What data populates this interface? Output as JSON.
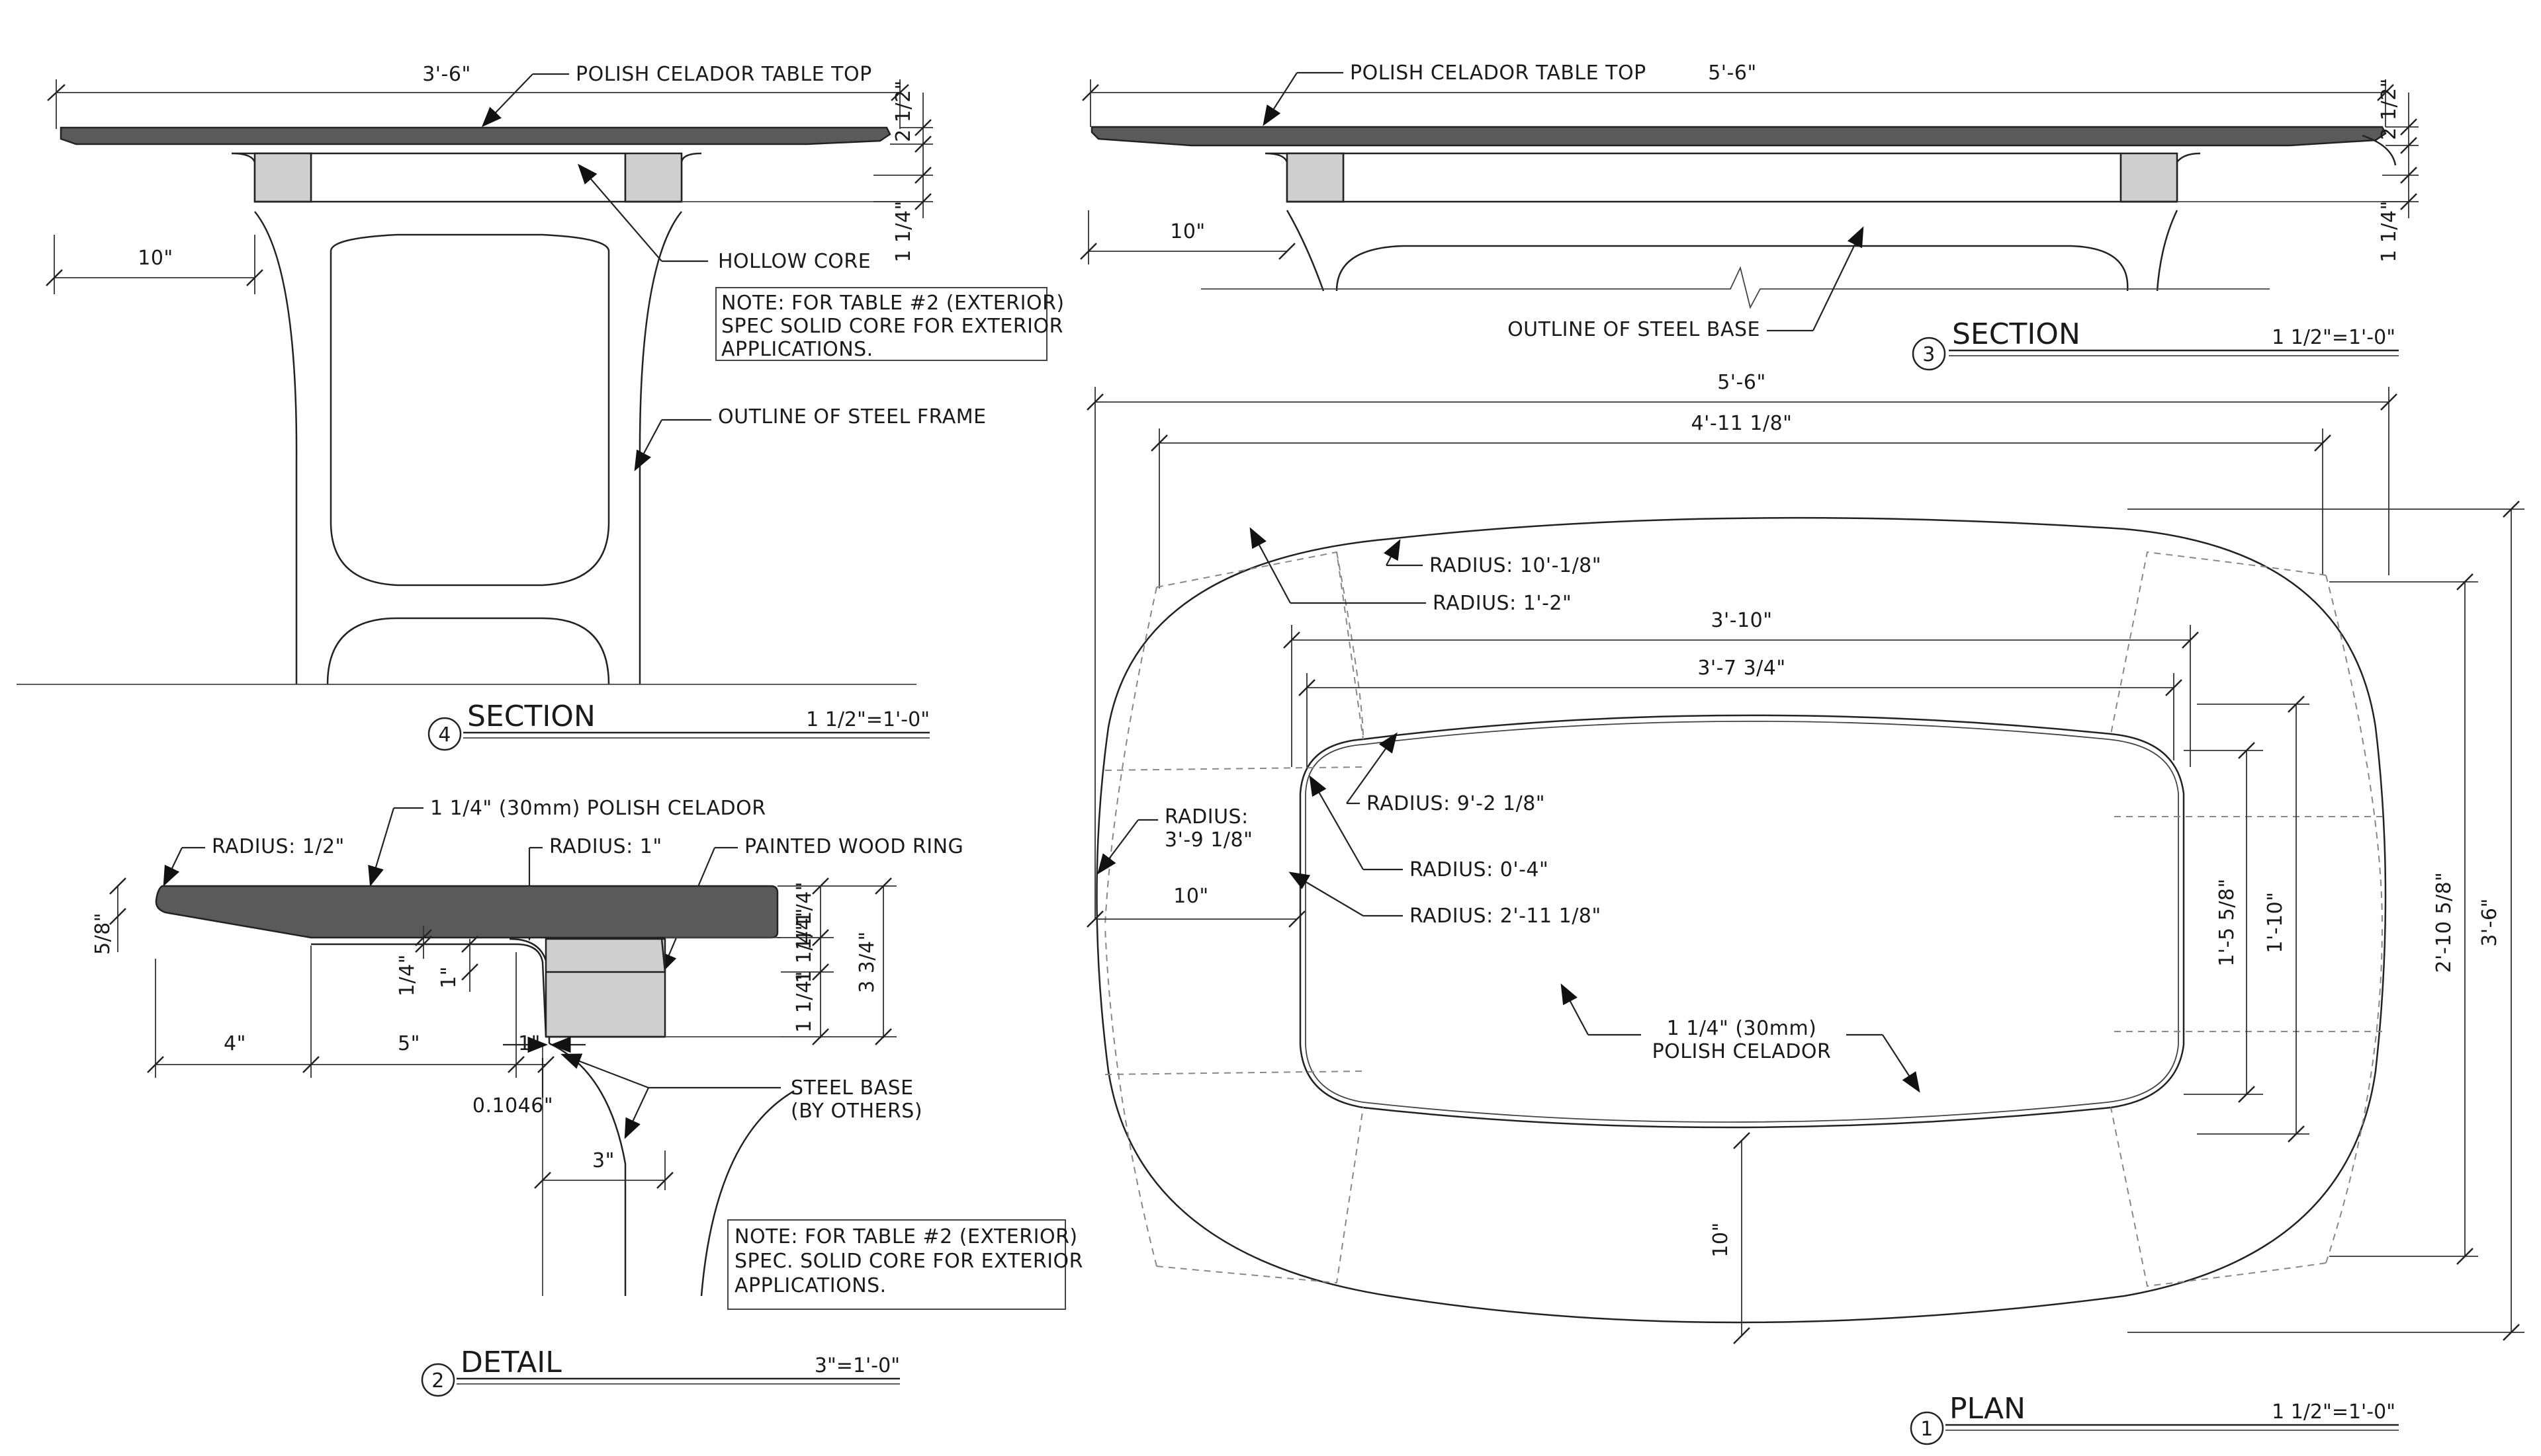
{
  "section4": {
    "dim_width": "3'-6\"",
    "label_top": "POLISH CELADOR TABLE TOP",
    "dim_thickness": "2 1/2\"",
    "dim_ring": "1 1/4\"",
    "dim_offset": "10\"",
    "label_hollow": "HOLLOW CORE",
    "note_lines": [
      "NOTE: FOR TABLE #2 (EXTERIOR)",
      "SPEC SOLID CORE FOR EXTERIOR",
      "APPLICATIONS."
    ],
    "label_frame": "OUTLINE OF STEEL FRAME",
    "number": "4",
    "title": "SECTION",
    "scale": "1 1/2\"=1'-0\""
  },
  "section3": {
    "label_top": "POLISH CELADOR TABLE TOP",
    "dim_width": "5'-6\"",
    "dim_thickness": "2 1/2\"",
    "dim_ring": "1 1/4\"",
    "dim_offset": "10\"",
    "label_base": "OUTLINE OF STEEL BASE",
    "number": "3",
    "title": "SECTION",
    "scale": "1 1/2\"=1'-0\""
  },
  "detail2": {
    "label_top": "1 1/4\" (30mm) POLISH CELADOR",
    "radius_half": "RADIUS: 1/2\"",
    "radius_one": "RADIUS: 1\"",
    "label_ring": "PAINTED WOOD RING",
    "dim_58": "5/8\"",
    "dim_14a": "1/4\"",
    "dim_1a": "1\"",
    "dim_4": "4\"",
    "dim_5": "5\"",
    "dim_1b": "1\"",
    "dim_r14a": "1/4\"",
    "dim_r14b": "1 1/4\"",
    "dim_r14c": "1/4\"",
    "dim_r14d": "1 1/4\"",
    "dim_334": "3 3/4\"",
    "dim_gauge": "0.1046\"",
    "dim_3": "3\"",
    "label_steel": [
      "STEEL BASE",
      "(BY OTHERS)"
    ],
    "note_lines": [
      "NOTE: FOR TABLE #2 (EXTERIOR)",
      "SPEC. SOLID CORE FOR EXTERIOR",
      "APPLICATIONS."
    ],
    "number": "2",
    "title": "DETAIL",
    "scale": "3\"=1'-0\""
  },
  "plan1": {
    "dim_overall": "5'-6\"",
    "dim_inner": "4'-11 1/8\"",
    "radius_a": "RADIUS: 10'-1/8\"",
    "radius_b": "RADIUS: 1'-2\"",
    "dim_310": "3'-10\"",
    "dim_3734": "3'-7 3/4\"",
    "radius_c": "RADIUS: 9'-2 1/8\"",
    "radius_d_lines": [
      "RADIUS:",
      "3'-9 1/8\""
    ],
    "radius_e": "RADIUS: 0'-4\"",
    "dim_10_left": "10\"",
    "radius_f": "RADIUS: 2'-11 1/8\"",
    "label_center": [
      "1 1/4\" (30mm)",
      "POLISH CELADOR"
    ],
    "dim_1558": "1'-5 5/8\"",
    "dim_110": "1'-10\"",
    "dim_21058": "2'-10 5/8\"",
    "dim_36": "3'-6\"",
    "dim_10_bottom": "10\"",
    "number": "1",
    "title": "PLAN",
    "scale": "1 1/2\"=1'-0\""
  }
}
